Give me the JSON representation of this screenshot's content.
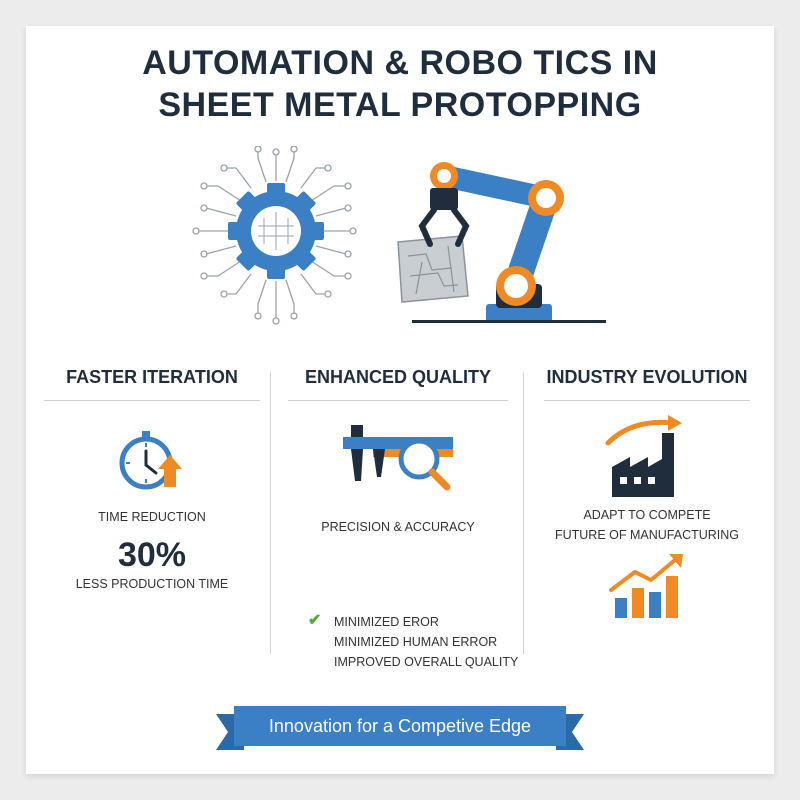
{
  "title": {
    "line1": "AUTOMATION & ROBO TICS IN",
    "line2": "SHEET METAL PROTOPPING"
  },
  "colors": {
    "blue": "#3b7fc4",
    "orange": "#f08a24",
    "dark": "#1f2d3d",
    "green": "#4cae3a"
  },
  "columns": [
    {
      "heading": "FASTER ITERATION",
      "icon": "stopwatch-arrow-icon",
      "label": "TIME REDUCTION",
      "stat": "30%",
      "stat_caption": "LESS PRODUCTION TIME"
    },
    {
      "heading": "ENHANCED QUALITY",
      "icon": "caliper-magnifier-icon",
      "label": "PRECISION & ACCURACY",
      "checklist": [
        "MINIMIZED EROR",
        "MINIMIZED HUMAN ERROR",
        "IMPROVED OVERALL QUALITY"
      ]
    },
    {
      "heading": "INDUSTRY EVOLUTION",
      "icon": "factory-growth-icon",
      "line1": "ADAPT TO COMPETE",
      "line2": "FUTURE OF MANUFACTURING",
      "chart_icon": "bar-growth-icon"
    }
  ],
  "banner": {
    "text": "Innovation for a Competive Edge"
  }
}
